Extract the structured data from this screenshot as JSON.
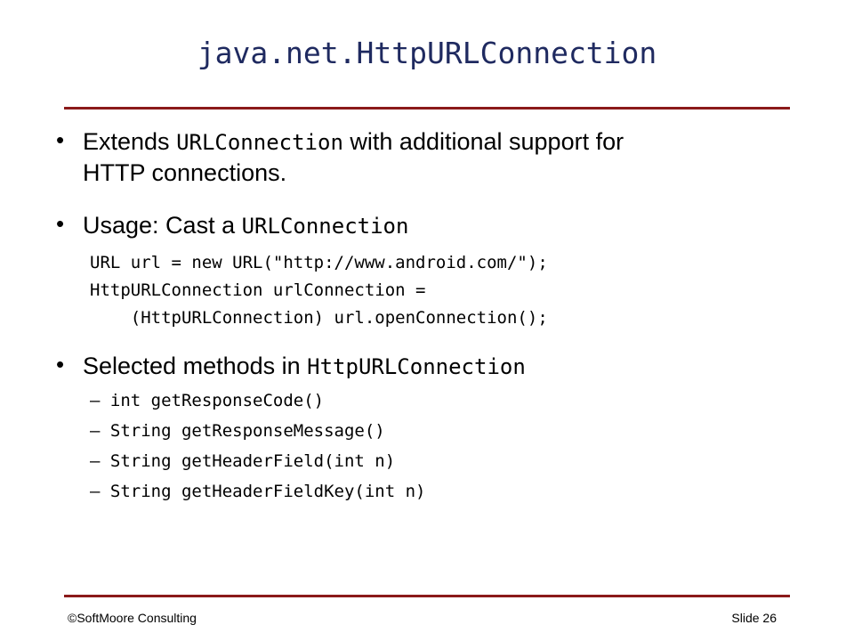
{
  "slide": {
    "title": "java.net.HttpURLConnection",
    "bullets": [
      {
        "line1_pre": "Extends ",
        "line1_code": "URLConnection",
        "line1_post": " with additional support for",
        "line2": "HTTP connections."
      },
      {
        "pre": "Usage:  Cast a ",
        "code": "URLConnection",
        "code_lines": [
          "URL url = new URL(\"http://www.android.com/\");",
          "HttpURLConnection urlConnection =",
          "    (HttpURLConnection) url.openConnection();"
        ]
      },
      {
        "pre": "Selected methods in ",
        "code": "HttpURLConnection",
        "methods": [
          "– int getResponseCode()",
          "– String getResponseMessage()",
          "– String getHeaderField(int n)",
          "– String getHeaderFieldKey(int n)"
        ]
      }
    ],
    "bullet_glyph": "•"
  },
  "footer": {
    "copyright": "©SoftMoore Consulting",
    "slide_number": "Slide 26"
  },
  "colors": {
    "title": "#1f2a60",
    "rule": "#8b1a1a"
  }
}
